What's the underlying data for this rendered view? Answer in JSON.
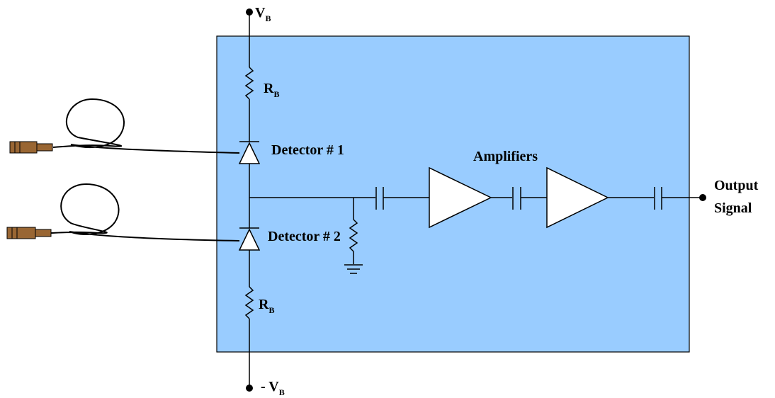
{
  "labels": {
    "vb_top_main": "V",
    "vb_top_sub": "B",
    "rb_top_main": "R",
    "rb_top_sub": "B",
    "detector1": "Detector # 1",
    "detector2": "Detector # 2",
    "amplifiers": "Amplifiers",
    "output_line1": "Output",
    "output_line2": "Signal",
    "rb_bottom_main": "R",
    "rb_bottom_sub": "B",
    "vb_bottom_main": "- V",
    "vb_bottom_sub": "B"
  },
  "colors": {
    "board_fill": "#99ccff",
    "board_stroke": "#000000",
    "connector_fill": "#996633",
    "wire": "#000000",
    "background": "#ffffff"
  }
}
